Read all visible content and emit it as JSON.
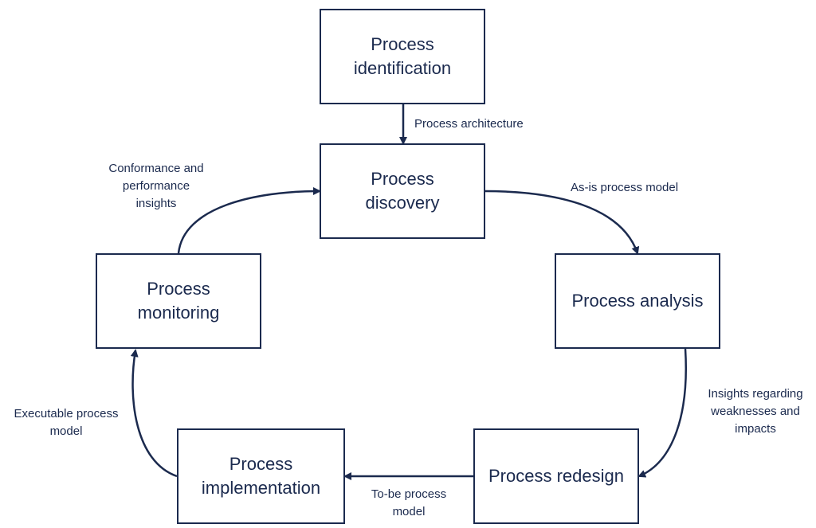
{
  "colors": {
    "stroke": "#1b2a4e",
    "text": "#1b2a4e",
    "background": "#ffffff"
  },
  "nodes": {
    "identification": "Process\nidentification",
    "discovery": "Process\ndiscovery",
    "analysis": "Process analysis",
    "redesign": "Process redesign",
    "implementation": "Process\nimplementation",
    "monitoring": "Process\nmonitoring"
  },
  "edges": {
    "identification_to_discovery": "Process architecture",
    "discovery_to_analysis": "As-is process model",
    "analysis_to_redesign": "Insights regarding\nweaknesses and\nimpacts",
    "redesign_to_implementation": "To-be process\nmodel",
    "implementation_to_monitoring": "Executable process\nmodel",
    "monitoring_to_discovery": "Conformance and\nperformance\ninsights"
  }
}
